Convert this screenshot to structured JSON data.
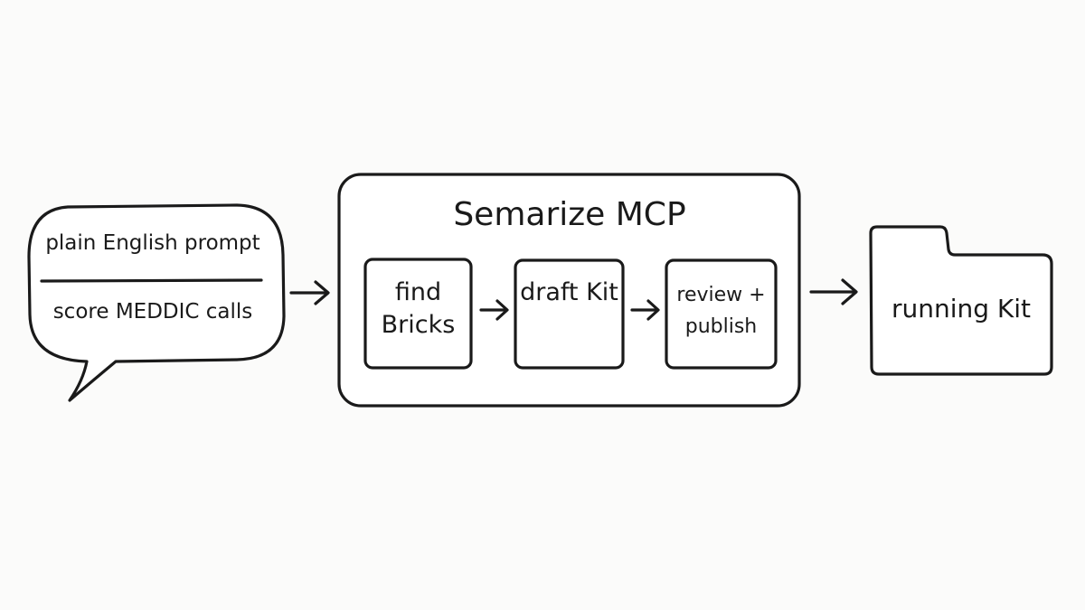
{
  "input": {
    "prompt_label": "plain English prompt",
    "example_label": "score MEDDIC calls"
  },
  "mcp": {
    "title": "Semarize MCP",
    "steps": [
      {
        "label": "find Bricks"
      },
      {
        "label": "draft Kit"
      },
      {
        "label": "review + publish"
      }
    ]
  },
  "output": {
    "label": "running Kit",
    "icon": "folder-icon"
  },
  "colors": {
    "ink": "#1a1a1a",
    "background": "#fbfbfa",
    "fill": "#ffffff"
  }
}
